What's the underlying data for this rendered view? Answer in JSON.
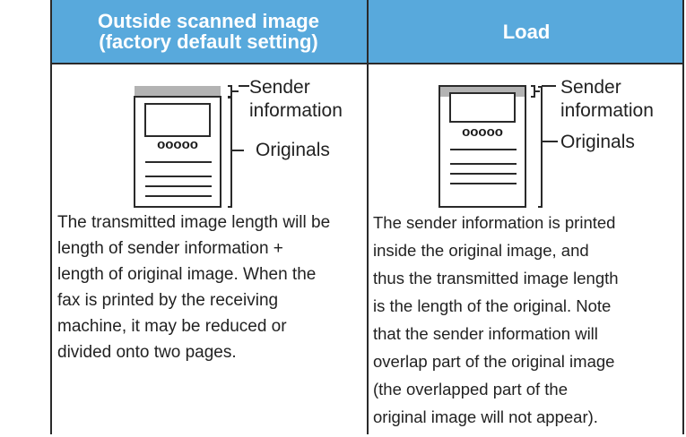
{
  "columns": [
    {
      "header_line1": "Outside scanned image",
      "header_line2": "(factory default setting)",
      "label_sender": "Sender\ninformation",
      "label_originals": "Originals",
      "paper_text": "ooooo",
      "description": [
        "The transmitted image length will be",
        "length of sender information +",
        "length of original image. When the",
        "fax is printed by the receiving",
        "machine, it may be reduced or",
        "divided onto two pages."
      ]
    },
    {
      "header_line1": "Load",
      "label_sender": "Sender\ninformation",
      "label_originals": "Originals",
      "paper_text": "ooooo",
      "description": [
        "The sender information is printed",
        "inside the original image, and",
        "thus the transmitted image length",
        "is the length of the original. Note",
        "that the sender information will",
        "overlap part of the original image",
        "(the overlapped part of the",
        "original image will not appear)."
      ]
    }
  ],
  "colors": {
    "header_bg": "#58a9dc",
    "header_text": "#ffffff",
    "sender_band": "#b3b3b3",
    "lines": "#2a2a2a"
  }
}
